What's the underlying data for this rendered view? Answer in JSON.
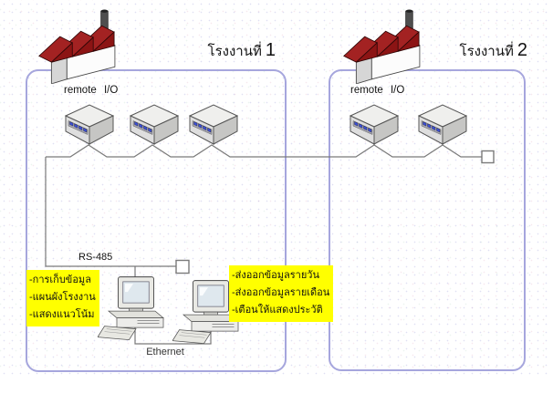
{
  "zones": {
    "factory1": {
      "title": "โรงงานที่",
      "number": "1",
      "remote_io_label": "remote I/O"
    },
    "factory2": {
      "title": "โรงงานที่",
      "number": "2",
      "remote_io_label": "remote I/O"
    }
  },
  "wiring": {
    "bus_label": "RS-485",
    "lan_label": "Ethernet"
  },
  "notes": {
    "left": [
      "-การเก็บข้อมูล",
      "-แผนผังโรงงาน",
      "-แสดงแนวโน้ม"
    ],
    "right": [
      "-ส่งออกข้อมูลรายวัน",
      "-ส่งออกข้อมูลรายเดือน",
      "-เตือนให้แสดงประวัติ"
    ]
  },
  "icons": {
    "factory": "factory-building-icon",
    "remote_io": "remote-io-device-icon",
    "computer": "desktop-computer-icon",
    "terminator": "bus-terminator-icon"
  },
  "colors": {
    "zone_border": "#a6a6dd",
    "wire": "#7a7a7a",
    "roof": "#8c1414",
    "roof_top": "#a32222",
    "highlight": "#ffff00",
    "led": "#3b4fd8",
    "text": "#111111"
  }
}
